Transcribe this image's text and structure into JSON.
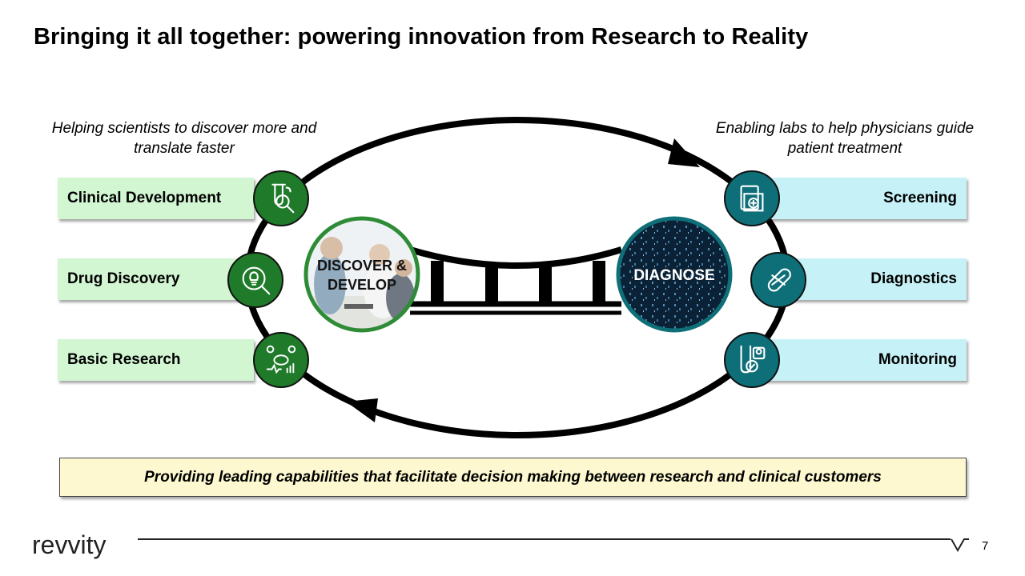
{
  "title": "Bringing it all together: powering innovation from Research to Reality",
  "left_caption": "Helping scientists to discover more and translate faster",
  "right_caption": "Enabling labs to help physicians guide patient treatment",
  "left_items": [
    {
      "label": "Clinical  Development",
      "icon": "test-tube-magnifier-icon"
    },
    {
      "label": "Drug Discovery",
      "icon": "lightbulb-magnifier-icon"
    },
    {
      "label": "Basic Research",
      "icon": "research-data-icon"
    }
  ],
  "right_items": [
    {
      "label": "Screening",
      "icon": "medical-folder-icon"
    },
    {
      "label": "Diagnostics",
      "icon": "dna-capsule-icon"
    },
    {
      "label": "Monitoring",
      "icon": "test-tube-patient-icon"
    }
  ],
  "hubs": {
    "left": {
      "line1": "DISCOVER &",
      "line2": "DEVELOP"
    },
    "right": {
      "label": "DIAGNOSE"
    }
  },
  "banner": "Providing leading capabilities that facilitate decision making between research and clinical customers",
  "footer": {
    "logo": "revvity",
    "page_number": "7"
  },
  "colors": {
    "green": "#1f7a2a",
    "teal": "#0f6f78",
    "label_green": "#d2f5d2",
    "label_blue": "#c6f2f7",
    "banner": "#fdf8cf"
  }
}
